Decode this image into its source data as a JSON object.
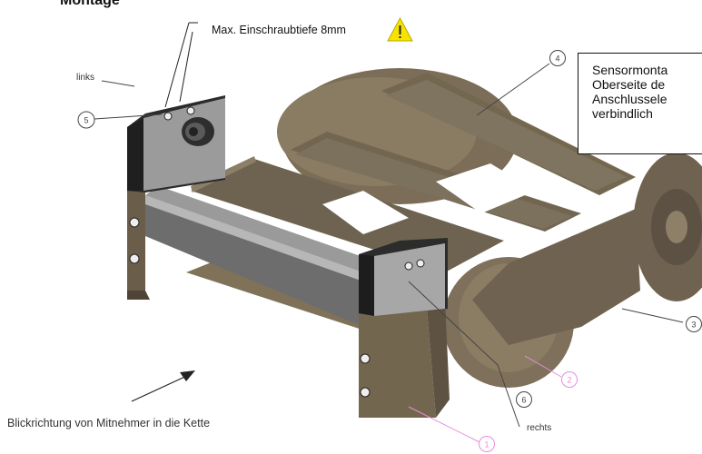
{
  "title": "Montage",
  "warning": {
    "label": "Max. Einschraubtiefe 8mm",
    "icon": "warning-triangle-icon",
    "color": "#f7e300"
  },
  "side_labels": {
    "left": "links",
    "right": "rechts"
  },
  "note": {
    "lines": [
      "Sensormonta",
      "Oberseite de",
      "Anschlussele",
      "verbindlich"
    ]
  },
  "view_direction": "Blickrichtung von Mitnehmer in die Kette",
  "callouts": [
    {
      "num": "1",
      "color": "#e88ce0"
    },
    {
      "num": "2",
      "color": "#e88ce0"
    },
    {
      "num": "3",
      "color": "#444444"
    },
    {
      "num": "4",
      "color": "#444444"
    },
    {
      "num": "5",
      "color": "#444444"
    },
    {
      "num": "6",
      "color": "#444444"
    }
  ]
}
